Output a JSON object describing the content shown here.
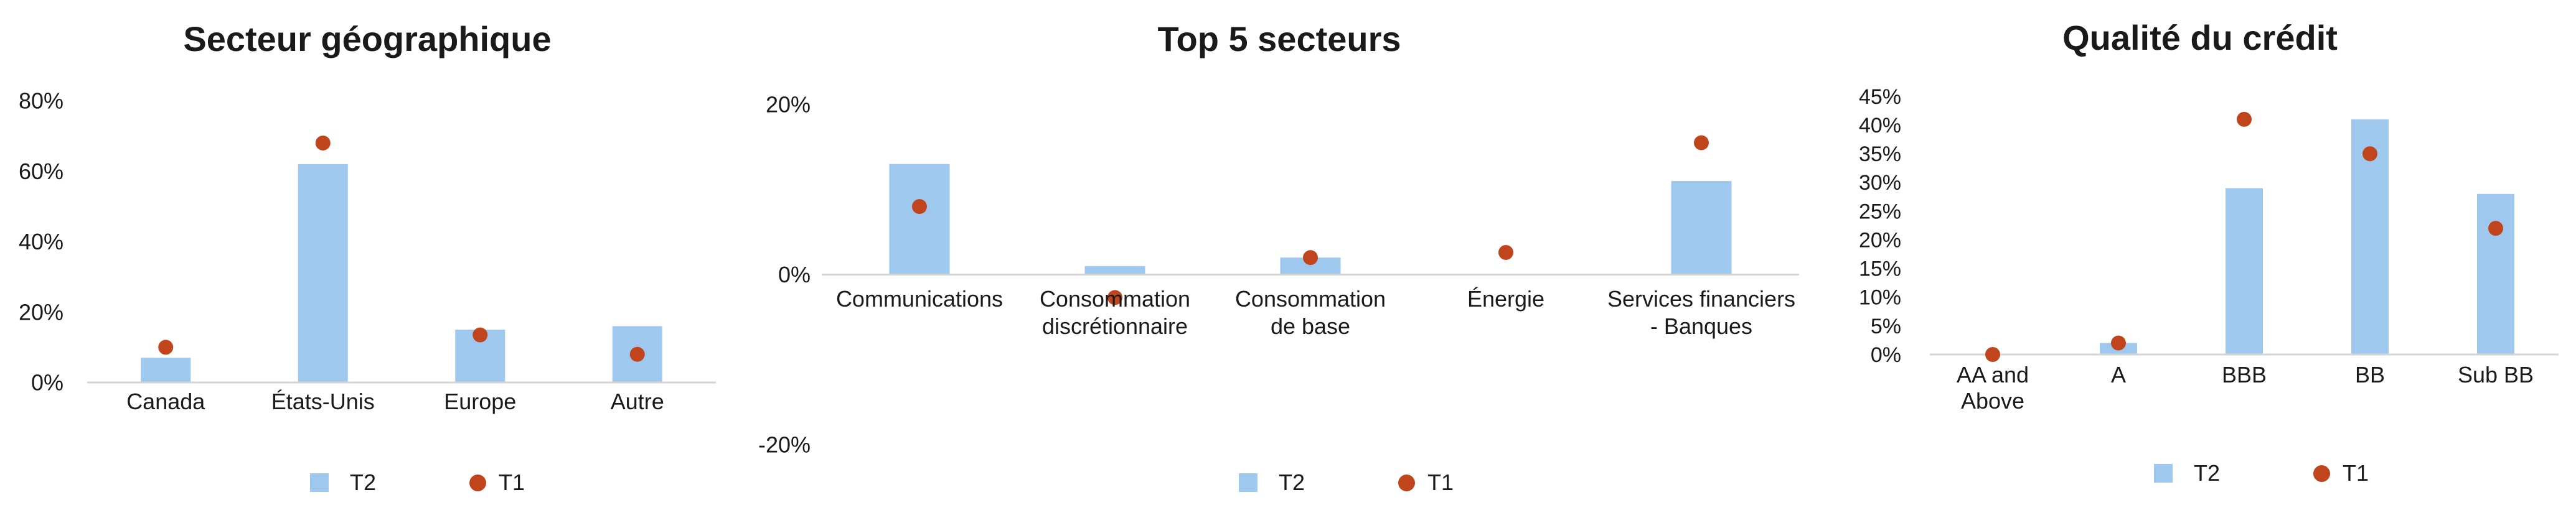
{
  "colors": {
    "bar": "#9fc8ef",
    "dot": "#c0451c",
    "axis": "#d4d4d4",
    "text": "#1a1a1a"
  },
  "legend": {
    "bar_label": "T2",
    "dot_label": "T1"
  },
  "chart_data": [
    {
      "type": "bar",
      "title": "Secteur géographique",
      "categories": [
        "Canada",
        "États-Unis",
        "Europe",
        "Autre"
      ],
      "series": [
        {
          "name": "T2",
          "type": "bar",
          "values": [
            7,
            62,
            15,
            16
          ]
        },
        {
          "name": "T1",
          "type": "scatter",
          "values": [
            10,
            68,
            13.5,
            8
          ]
        }
      ],
      "ylim": [
        0,
        80
      ],
      "yticks": [
        "0%",
        "20%",
        "40%",
        "60%",
        "80%"
      ],
      "grid": false,
      "legend_position": "bottom"
    },
    {
      "type": "bar",
      "title": "Top 5 secteurs",
      "categories": [
        "Communications",
        "Consommation discrétionnaire",
        "Consommation de base",
        "Énergie",
        "Services financiers - Banques"
      ],
      "category_lines": [
        [
          "Communications"
        ],
        [
          "Consommation",
          "discrétionnaire"
        ],
        [
          "Consommation",
          "de base"
        ],
        [
          "Énergie"
        ],
        [
          "Services financiers",
          "- Banques"
        ]
      ],
      "series": [
        {
          "name": "T2",
          "type": "bar",
          "values": [
            13,
            1,
            2,
            0,
            11
          ]
        },
        {
          "name": "T1",
          "type": "scatter",
          "values": [
            8,
            -2.7,
            2,
            2.6,
            15.5
          ]
        }
      ],
      "ylim": [
        -20,
        20
      ],
      "yticks": [
        "-20%",
        "0%",
        "20%"
      ],
      "grid": false,
      "legend_position": "bottom"
    },
    {
      "type": "bar",
      "title": "Qualité du crédit",
      "categories": [
        "AA and Above",
        "A",
        "BBB",
        "BB",
        "Sub BB"
      ],
      "category_lines": [
        [
          "AA and",
          "Above"
        ],
        [
          "A"
        ],
        [
          "BBB"
        ],
        [
          "BB"
        ],
        [
          "Sub BB"
        ]
      ],
      "series": [
        {
          "name": "T2",
          "type": "bar",
          "values": [
            0,
            2,
            29,
            41,
            28
          ]
        },
        {
          "name": "T1",
          "type": "scatter",
          "values": [
            0,
            2,
            41,
            35,
            22
          ]
        }
      ],
      "ylim": [
        0,
        45
      ],
      "yticks": [
        "0%",
        "5%",
        "10%",
        "15%",
        "20%",
        "25%",
        "30%",
        "35%",
        "40%",
        "45%"
      ],
      "grid": false,
      "legend_position": "bottom"
    }
  ]
}
